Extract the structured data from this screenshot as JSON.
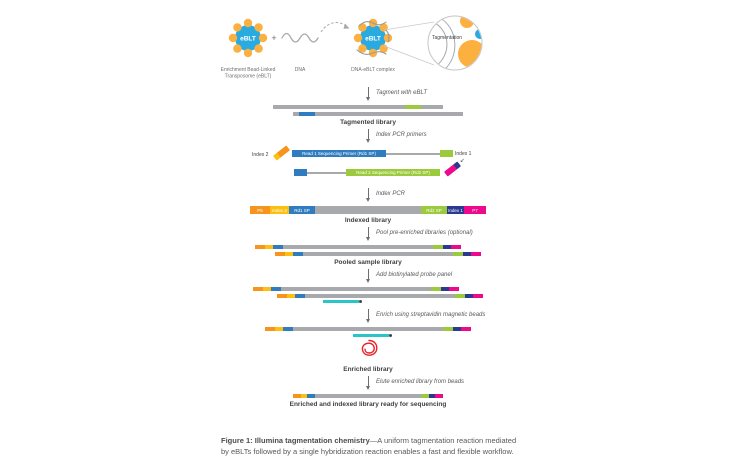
{
  "palette": {
    "eblt_blue": "#29abe2",
    "bead_yellow": "#fbb040",
    "dna_gray": "#a7a9ac",
    "read1_blue": "#2f7cc0",
    "read2_green": "#9bca3c",
    "p5_orange": "#f7941e",
    "index2_yellow": "#fdc010",
    "index1_navy": "#2b3990",
    "p7_magenta": "#ec098c",
    "probe_cyan": "#29c5c9",
    "magnetic_bead_red": "#e8232a"
  },
  "top_row": {
    "eblt_ball_label": "eBLT",
    "plus": "+",
    "dna_caption": "DNA",
    "eblt_caption_line1": "Enrichment Bead-Linked",
    "eblt_caption_line2": "Transposome (eBLT)",
    "complex_ball_label": "eBLT",
    "complex_caption": "DNA-eBLT complex",
    "inset_label": "Tagmentation"
  },
  "steps": {
    "tagment": "Tagment with eBLT",
    "index_pcr_primers": "Index PCR primers",
    "index_pcr": "Index PCR",
    "pool": "Pool pre-enriched libraries (optional)",
    "add_probes": "Add biotinylated probe panel",
    "enrich": "Enrich using streptavidin magnetic beads",
    "elute": "Elute enriched library from beads"
  },
  "sections": {
    "tagmented": "Tagmented library",
    "indexed": "Indexed library",
    "pooled": "Pooled sample library",
    "enriched": "Enriched library",
    "final": "Enriched and indexed library ready for sequencing"
  },
  "primer_diagram": {
    "index2_label": "Index 2",
    "read1_label": "Read 1 Sequencing Primer (Rd1 SP)",
    "read2_label": "Read 2 Sequencing Primer (Rd2 SP)",
    "index1_label": "Index 1",
    "index1_pointer": "↙"
  },
  "indexed_bar": {
    "p5": "P5",
    "index2": "Index 2",
    "rd1": "Rd1 SP",
    "rd2": "Rd2 SP",
    "index1": "Index 1",
    "p7": "P7"
  },
  "caption": {
    "bold": "Figure 1: Illumina tagmentation chemistry",
    "text": "—A uniform tagmentation reaction mediated by eBLTs followed by a single hybridization reaction enables a fast and flexible workflow."
  }
}
